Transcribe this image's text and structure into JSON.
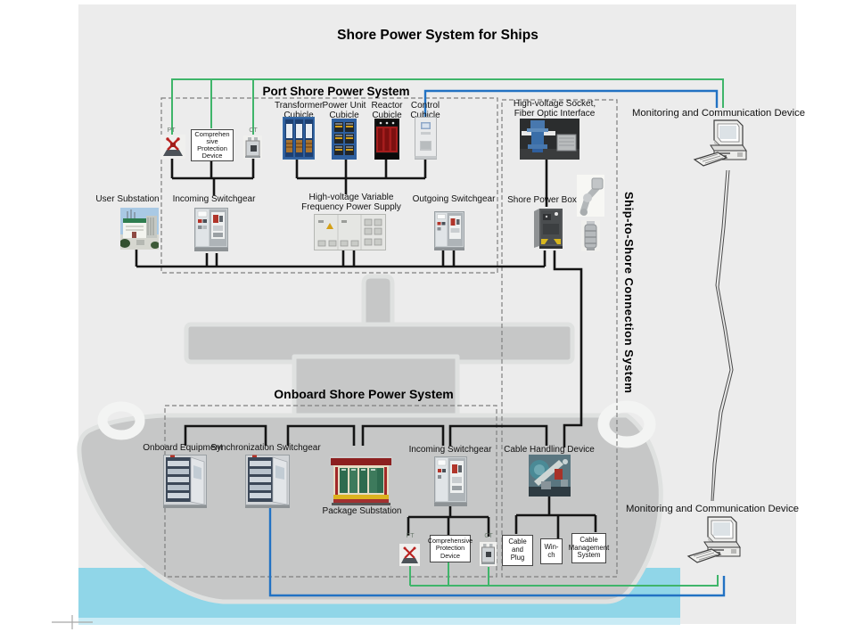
{
  "title": "Shore Power System for Ships",
  "colors": {
    "green": "#3fb56a",
    "blue": "#2272c3",
    "line": "#141414",
    "water": "#90d6e8",
    "water_light": "#c9ebf5",
    "ship": "#c6c7c7",
    "background": "#ececec"
  },
  "port": {
    "label": "Port Shore Power System",
    "pt_label": "PT",
    "ct_label": "CT",
    "cpd_label": "Comprehen\nsive\nProtection\nDevice",
    "cubicles": {
      "transformer": "Transformer\nCubicle",
      "power_unit": "Power Unit\nCubicle",
      "reactor": "Reactor\nCubicle",
      "control": "Control\nCubicle"
    },
    "user_substation": "User Substation",
    "incoming": "Incoming Switchgear",
    "hvvf": "High-voltage Variable\nFrequency Power Supply",
    "outgoing": "Outgoing Switchgear"
  },
  "shore": {
    "socket_label": "High-voltage Socket,\nFiber Optic Interface",
    "box_label": "Shore Power Box"
  },
  "connection": {
    "label": "Ship-to-Shore Connection System"
  },
  "monitoring": {
    "top": "Monitoring and Communication Device",
    "bottom": "Monitoring and Communication Device"
  },
  "onboard": {
    "label": "Onboard Shore Power System",
    "equipment": "Onboard Equipment",
    "sync": "Synchronization Switchgear",
    "package": "Package Substation",
    "incoming": "Incoming Switchgear",
    "cable_handling": "Cable Handling Device",
    "pt_label": "PT",
    "ct_label": "CT",
    "cpd_label": "Comprehensive\nProtection\nDevice",
    "cable_plug": "Cable\nand\nPlug",
    "winch": "Win-\nch",
    "cms": "Cable\nManagement\nSystem"
  }
}
